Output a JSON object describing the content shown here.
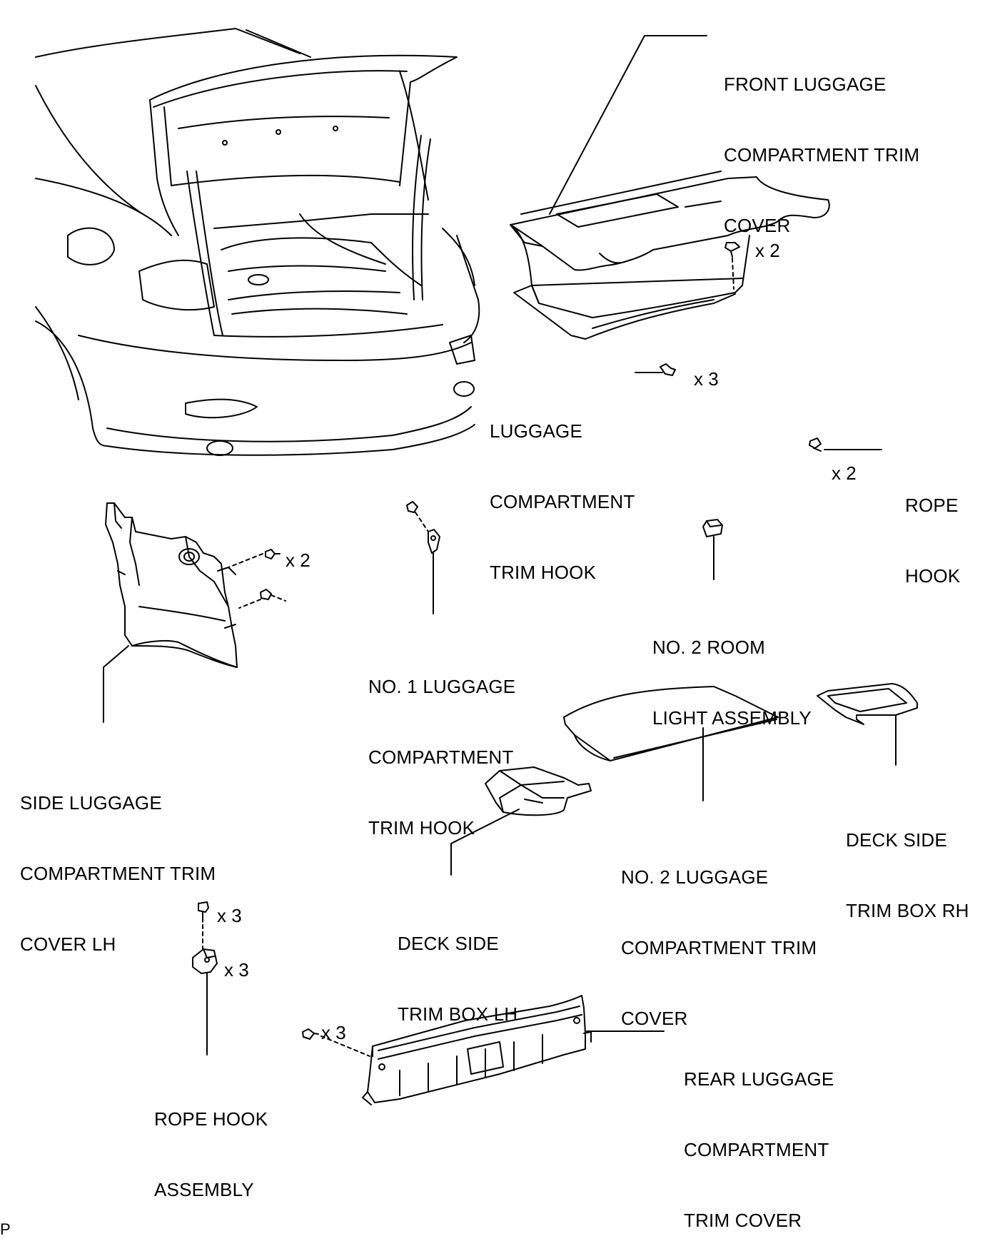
{
  "labels": {
    "front_trim_cover": [
      "FRONT LUGGAGE",
      "COMPARTMENT TRIM",
      "COVER"
    ],
    "trim_hook": [
      "LUGGAGE",
      "COMPARTMENT",
      "TRIM HOOK"
    ],
    "rope_hook": [
      "ROPE",
      "HOOK"
    ],
    "no1_trim_hook": [
      "NO. 1 LUGGAGE",
      "COMPARTMENT",
      "TRIM HOOK"
    ],
    "no2_room_light": [
      "NO. 2 ROOM",
      "LIGHT ASSEMBLY"
    ],
    "side_trim_cover_lh": [
      "SIDE LUGGAGE",
      "COMPARTMENT TRIM",
      "COVER LH"
    ],
    "deck_side_box_rh": [
      "DECK SIDE",
      "TRIM BOX RH"
    ],
    "no2_trim_cover": [
      "NO. 2 LUGGAGE",
      "COMPARTMENT TRIM",
      "COVER"
    ],
    "deck_side_box_lh": [
      "DECK SIDE",
      "TRIM BOX LH"
    ],
    "rope_hook_assembly": [
      "ROPE HOOK",
      "ASSEMBLY"
    ],
    "rear_trim_cover": [
      "REAR LUGGAGE",
      "COMPARTMENT",
      "TRIM COVER"
    ]
  },
  "quantities": {
    "front_clip": "x 2",
    "trim_hook": "x 3",
    "rope_hook": "x 2",
    "side_clip": "x 2",
    "rope_bolt": "x 3",
    "rope_bracket": "x 3",
    "rear_clip": "x 3"
  },
  "footer_code": "P"
}
